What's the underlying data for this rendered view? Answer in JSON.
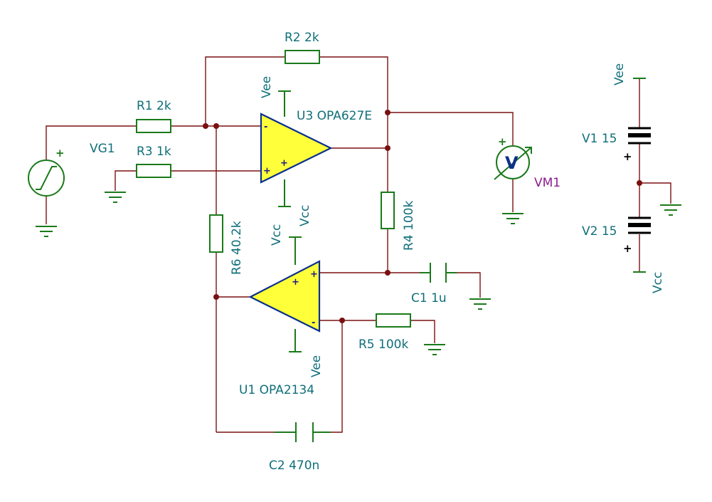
{
  "components": {
    "r1": "R1 2k",
    "r2": "R2 2k",
    "r3": "R3 1k",
    "r4": "R4 100k",
    "r5": "R5 100k",
    "r6": "R6 40.2k",
    "c1": "C1 1u",
    "c2": "C2 470n",
    "u1": "U1 OPA2134",
    "u3": "U3 OPA627E",
    "vg1": "VG1",
    "vm1": "VM1",
    "v1": "V1 15",
    "v2": "V2 15"
  },
  "rails": {
    "vee": "Vee",
    "vcc": "Vcc"
  },
  "symbols": {
    "plus": "+",
    "minus": "-",
    "voltmeter": "V"
  },
  "colors": {
    "wire": "#7a1010",
    "component": "#1a7a1a",
    "opamp_fill": "#ffff3a",
    "opamp_outline": "#0b2f8c",
    "label": "#0f6f7a",
    "meter_label": "#8b1a8b"
  }
}
